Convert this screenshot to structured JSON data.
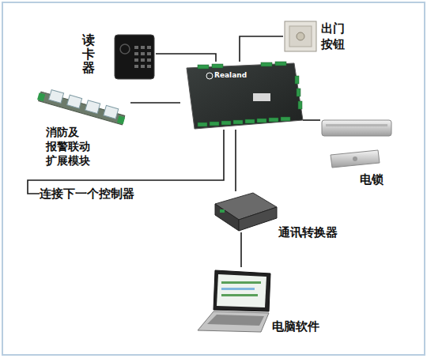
{
  "diagram": {
    "nodes": [
      {
        "text": [
          "Realand"
        ]
      },
      {
        "text": [
          "读卡器"
        ]
      },
      {
        "text": [
          "出门 按钮"
        ]
      },
      {
        "text": [
          "消防及 报警联动 扩展模块"
        ]
      },
      {
        "text": [
          "电锁"
        ]
      },
      {
        "text": [
          "连接下一个控制器"
        ]
      },
      {
        "text": [
          "通讯转换器"
        ]
      },
      {
        "text": [
          "电脑软件"
        ]
      }
    ],
    "edges": [
      {
        "from": 1,
        "to": 0,
        "arrow": "none"
      },
      {
        "from": 2,
        "to": 0,
        "arrow": "none"
      },
      {
        "from": 3,
        "to": 0,
        "arrow": "none"
      },
      {
        "from": 0,
        "to": 4,
        "arrow": "none"
      },
      {
        "from": 0,
        "to": 5,
        "arrow": "none"
      },
      {
        "from": 0,
        "to": 6,
        "arrow": "none"
      },
      {
        "from": 6,
        "to": 7,
        "arrow": "none"
      }
    ]
  }
}
